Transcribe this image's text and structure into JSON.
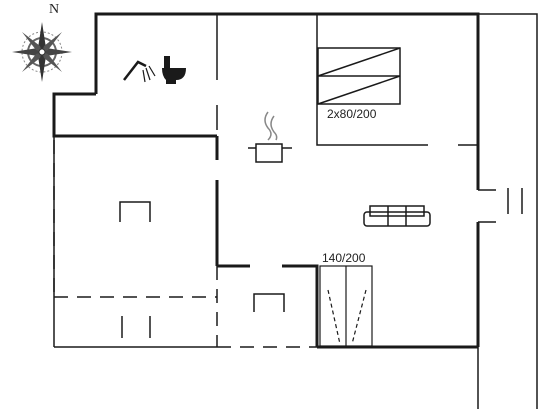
{
  "compass": {
    "north_label": "N"
  },
  "bedrooms": [
    {
      "bed_label": "2x80/200"
    },
    {
      "bed_label": "140/200"
    }
  ],
  "icons": [
    "compass-rose-icon",
    "shower-icon",
    "toilet-icon",
    "cooking-pot-icon",
    "sofa-icon",
    "table-icon",
    "double-bed-icon",
    "bunk-beds-icon"
  ],
  "colors": {
    "wall": "#1a1a1a",
    "background": "#ffffff"
  }
}
